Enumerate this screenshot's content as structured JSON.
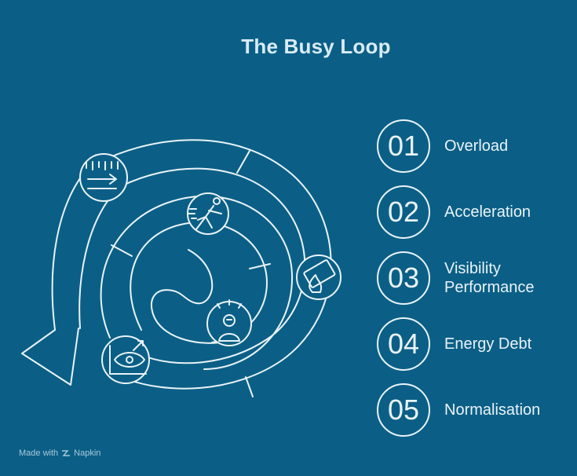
{
  "title": "The Busy Loop",
  "steps": [
    {
      "number": "01",
      "label": "Overload",
      "icon": "dripping-arrow-icon"
    },
    {
      "number": "02",
      "label": "Acceleration",
      "icon": "running-person-icon"
    },
    {
      "number": "03",
      "label": "Visibility\nPerformance",
      "icon": "eye-chart-icon"
    },
    {
      "number": "04",
      "label": "Energy Debt",
      "icon": "stressed-person-icon"
    },
    {
      "number": "05",
      "label": "Normalisation",
      "icon": "money-fire-icon"
    }
  ],
  "footer": {
    "made_with": "Made with",
    "brand": "Napkin"
  },
  "colors": {
    "background": "#0b5f86",
    "stroke": "#eaf3f8",
    "title": "#d9ebf6"
  }
}
